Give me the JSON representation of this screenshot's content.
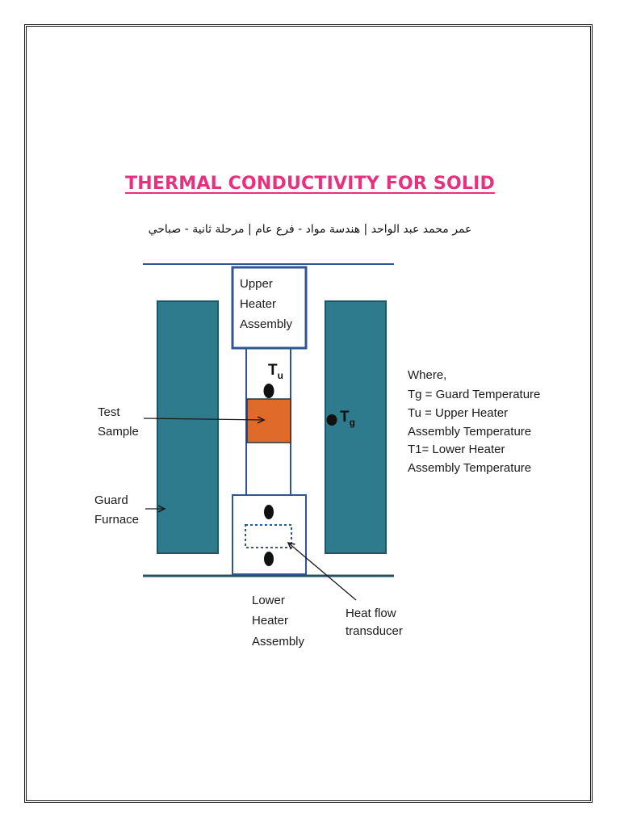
{
  "document": {
    "title": "THERMAL CONDUCTIVITY FOR SOLID",
    "subtitle": "عمر محمد عبد الواحد | هندسة مواد - فرع عام | مرحلة ثانية - صباحي"
  },
  "diagram": {
    "upper_heater": [
      "Upper",
      "Heater",
      "Assembly"
    ],
    "lower_heater": [
      "Lower",
      "Heater",
      "Assembly"
    ],
    "test_sample": [
      "Test",
      "Sample"
    ],
    "guard_furnace": [
      "Guard",
      "Furnace"
    ],
    "heat_flow": [
      "Heat flow",
      "transducer"
    ],
    "tu_symbol": "T",
    "tu_sub": "u",
    "tg_symbol": "T",
    "tg_sub": "g",
    "legend": [
      "Where,",
      "Tg = Guard Temperature",
      "Tu = Upper Heater",
      "Assembly Temperature",
      "T1= Lower Heater",
      "Assembly Temperature"
    ],
    "colors": {
      "furnace": "#2f7b8e",
      "furnace_border": "#1f5566",
      "sample": "#e06a2a",
      "box_border": "#2f5597",
      "line": "#1a1a1a"
    }
  }
}
